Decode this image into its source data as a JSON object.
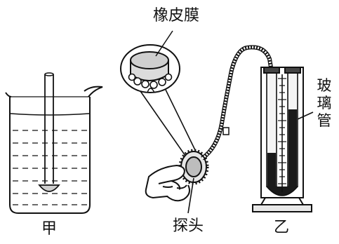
{
  "labels": {
    "membrane": "橡皮膜",
    "glass_tube": "玻璃管",
    "probe": "探头",
    "jia": "甲",
    "yi": "乙"
  },
  "colors": {
    "ink": "#111111",
    "liquid_shade": "#1a1a1a",
    "tube_fill": "#f4f4f4"
  }
}
